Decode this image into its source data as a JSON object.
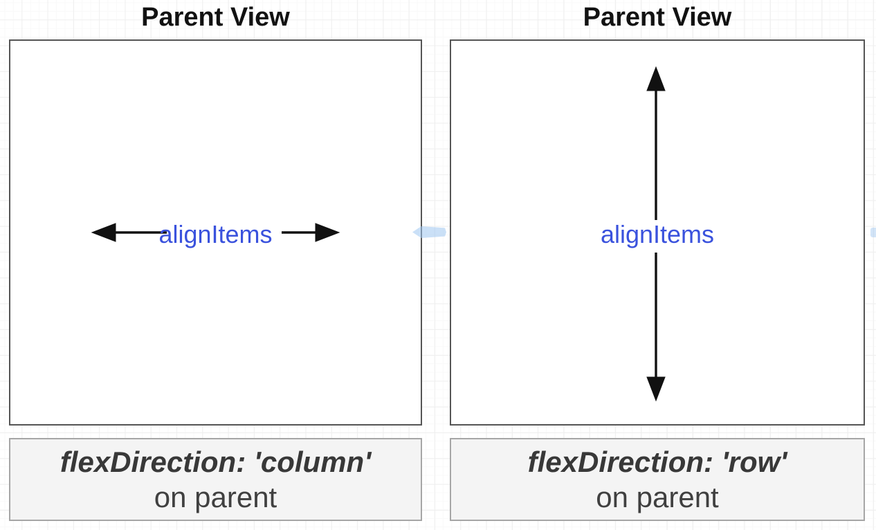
{
  "colors": {
    "label_blue": "#3a52dd",
    "arrow_black": "#111111",
    "parent_box_border": "#555555",
    "caption_border": "#a6a6a6",
    "caption_bg": "#f4f4f4",
    "title_color": "#121212",
    "caption_text": "#3d3d3d",
    "artifact_blue": "rgba(158,198,240,0.55)"
  },
  "panels": [
    {
      "title": "Parent View",
      "arrow_orientation": "horizontal",
      "arrow_label": "alignItems",
      "caption_code": "flexDirection: 'column'",
      "caption_suffix": "on parent"
    },
    {
      "title": "Parent View",
      "arrow_orientation": "vertical",
      "arrow_label": "alignItems",
      "caption_code": "flexDirection: 'row'",
      "caption_suffix": "on parent"
    }
  ]
}
